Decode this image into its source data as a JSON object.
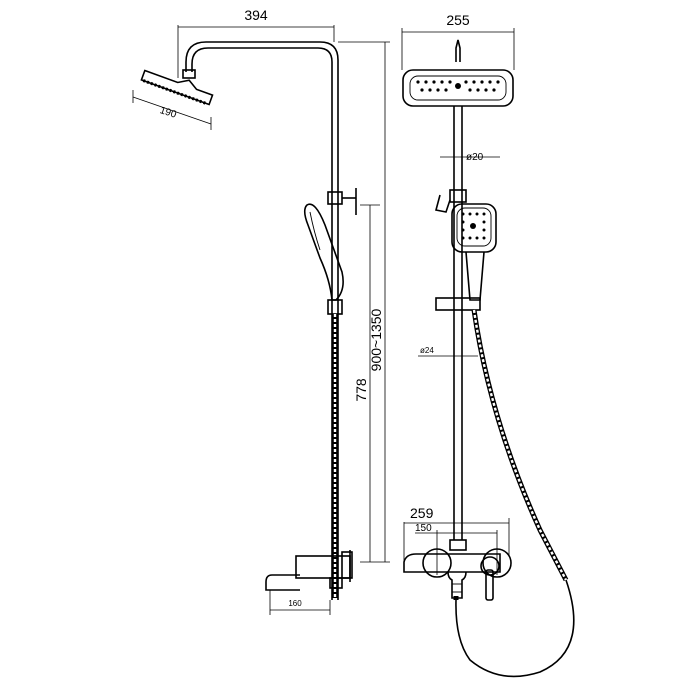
{
  "drawing": {
    "side_view": {
      "top_width": "394",
      "head_diameter": "190",
      "height_range": "900~1350",
      "slide_height": "778",
      "spout_length": "160"
    },
    "front_view": {
      "head_width": "255",
      "upper_pipe_diameter": "ø20",
      "lower_pipe_diameter": "ø24",
      "mixer_width": "259",
      "inlet_spacing": "150"
    }
  }
}
